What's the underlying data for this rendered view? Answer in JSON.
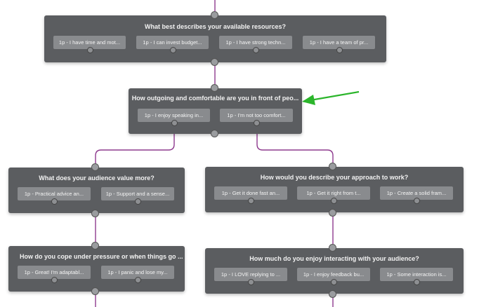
{
  "nodes": {
    "resources": {
      "question": "What best describes your available resources?",
      "answers": [
        "1p - I have time and mot...",
        "1p - I can invest budget...",
        "1p - I have strong techn...",
        "1p - I have a team of pr..."
      ]
    },
    "outgoing": {
      "question": "How outgoing and comfortable are you in front of peo...",
      "answers": [
        "1p - I enjoy speaking in...",
        "1p - I'm not too comfort..."
      ]
    },
    "audience_value": {
      "question": "What does your audience value more?",
      "answers": [
        "1p - Practical advice an...",
        "1p - Support and a sense..."
      ]
    },
    "approach": {
      "question": "How would you describe your approach to work?",
      "answers": [
        "1p - Get it done fast an...",
        "1p - Get it right from t...",
        "1p - Create a solid fram..."
      ]
    },
    "pressure": {
      "question": "How do you cope under pressure or when things go ...",
      "answers": [
        "1p - Great! I'm adaptabl...",
        "1p - I panic and lose my..."
      ]
    },
    "interacting": {
      "question": "How much do you enjoy interacting with your audience?",
      "answers": [
        "1p - I LOVE replying to ...",
        "1p - I enjoy feedback bu...",
        "1p - Some interaction is..."
      ]
    }
  },
  "colors": {
    "node_bg": "#5b5d60",
    "answer_bg": "#898b8e",
    "wire": "#8e3a8e",
    "arrow": "#2bb52b"
  }
}
